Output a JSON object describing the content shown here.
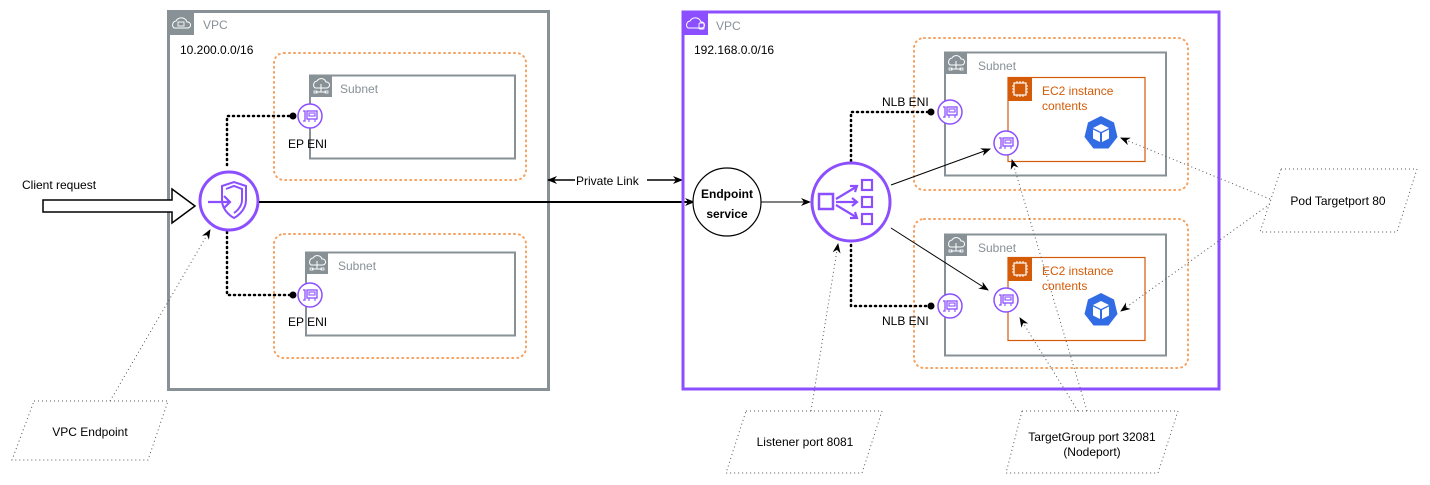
{
  "colors": {
    "vpc_left_border": "#879196",
    "vpc_right_border": "#8C4FFF",
    "subnet_border": "#879196",
    "az_border": "#F5A262",
    "ec2_border": "#D45B07",
    "eni_purple": "#8C4FFF",
    "k8s_blue": "#326CE5"
  },
  "left_vpc": {
    "label": "VPC",
    "cidr": "10.200.0.0/16",
    "subnets": [
      {
        "label": "Subnet",
        "eni_label": "EP ENI"
      },
      {
        "label": "Subnet",
        "eni_label": "EP ENI"
      }
    ]
  },
  "right_vpc": {
    "label": "VPC",
    "cidr": "192.168.0.0/16",
    "endpoint_service": {
      "line1": "Endpoint",
      "line2": "service"
    },
    "subnets": [
      {
        "label": "Subnet",
        "eni_label": "NLB ENI",
        "ec2_line1": "EC2 instance",
        "ec2_line2": "contents"
      },
      {
        "label": "Subnet",
        "eni_label": "NLB ENI",
        "ec2_line1": "EC2 instance",
        "ec2_line2": "contents"
      }
    ]
  },
  "client_request": "Client request",
  "private_link": "Private Link",
  "notes": {
    "vpc_endpoint": "VPC Endpoint",
    "listener": "Listener port 8081",
    "targetgroup_line1": "TargetGroup port 32081",
    "targetgroup_line2": "(Nodeport)",
    "pod_targetport": "Pod Targetport 80"
  },
  "icons": {
    "vpc": "cloud-lock-icon",
    "subnet": "cloud-network-icon",
    "vpc_endpoint": "privatelink-endpoint-icon",
    "nlb": "network-load-balancer-icon",
    "eni": "network-interface-icon",
    "ec2": "chip-icon",
    "pod": "kubernetes-pod-icon"
  }
}
